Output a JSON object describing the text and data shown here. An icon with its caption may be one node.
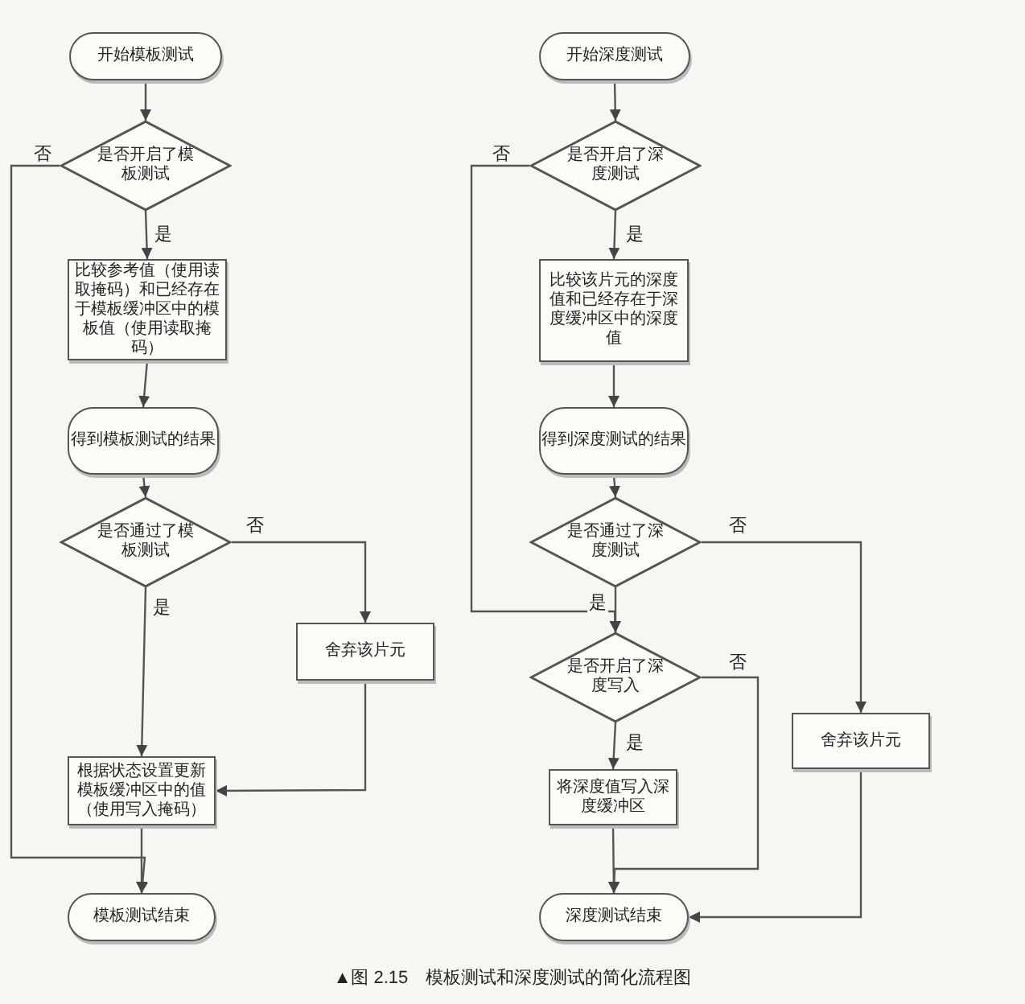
{
  "diagram": {
    "caption": "▲图 2.15　模板测试和深度测试的简化流程图",
    "nodes": [
      {
        "text": [
          "开始模板测试"
        ]
      },
      {
        "text": [
          "是否开启了模板测试"
        ]
      },
      {
        "text": [
          "比较参考值（使用读取掩码）和已经存在于模板缓冲区中的模板值（使用读取掩码）"
        ]
      },
      {
        "text": [
          "得到模板测试的结果"
        ]
      },
      {
        "text": [
          "是否通过了模板测试"
        ]
      },
      {
        "text": [
          "舍弃该片元"
        ]
      },
      {
        "text": [
          "根据状态设置更新模板缓冲区中的值（使用写入掩码）"
        ]
      },
      {
        "text": [
          "模板测试结束"
        ]
      },
      {
        "text": [
          "开始深度测试"
        ]
      },
      {
        "text": [
          "是否开启了深度测试"
        ]
      },
      {
        "text": [
          "比较该片元的深度值和已经存在于深度缓冲区中的深度值"
        ]
      },
      {
        "text": [
          "得到深度测试的结果"
        ]
      },
      {
        "text": [
          "是否通过了深度测试"
        ]
      },
      {
        "text": [
          "是否开启了深度写入"
        ]
      },
      {
        "text": [
          "将深度值写入深度缓冲区"
        ]
      },
      {
        "text": [
          "舍弃该片元"
        ]
      },
      {
        "text": [
          "深度测试结束"
        ]
      }
    ],
    "edges": [
      {
        "from": 0,
        "to": 1,
        "arrow": "to"
      },
      {
        "from": 1,
        "to": 2,
        "arrow": "to",
        "label": "是"
      },
      {
        "from": 1,
        "to": 7,
        "arrow": "to",
        "label": "否"
      },
      {
        "from": 2,
        "to": 3,
        "arrow": "to"
      },
      {
        "from": 3,
        "to": 4,
        "arrow": "to"
      },
      {
        "from": 4,
        "to": 6,
        "arrow": "to",
        "label": "是"
      },
      {
        "from": 4,
        "to": 5,
        "arrow": "to",
        "label": "否"
      },
      {
        "from": 5,
        "to": 6,
        "arrow": "to"
      },
      {
        "from": 6,
        "to": 7,
        "arrow": "to"
      },
      {
        "from": 8,
        "to": 9,
        "arrow": "to"
      },
      {
        "from": 9,
        "to": 10,
        "arrow": "to",
        "label": "是"
      },
      {
        "from": 9,
        "to": 13,
        "arrow": "to",
        "label": "否"
      },
      {
        "from": 10,
        "to": 11,
        "arrow": "to"
      },
      {
        "from": 11,
        "to": 12,
        "arrow": "to"
      },
      {
        "from": 12,
        "to": 13,
        "arrow": "to",
        "label": "是"
      },
      {
        "from": 12,
        "to": 15,
        "arrow": "to",
        "label": "否"
      },
      {
        "from": 13,
        "to": 14,
        "arrow": "to",
        "label": "是"
      },
      {
        "from": 13,
        "to": 16,
        "arrow": "to",
        "label": "否"
      },
      {
        "from": 14,
        "to": 16,
        "arrow": "to"
      },
      {
        "from": 15,
        "to": 16,
        "arrow": "to"
      }
    ]
  }
}
